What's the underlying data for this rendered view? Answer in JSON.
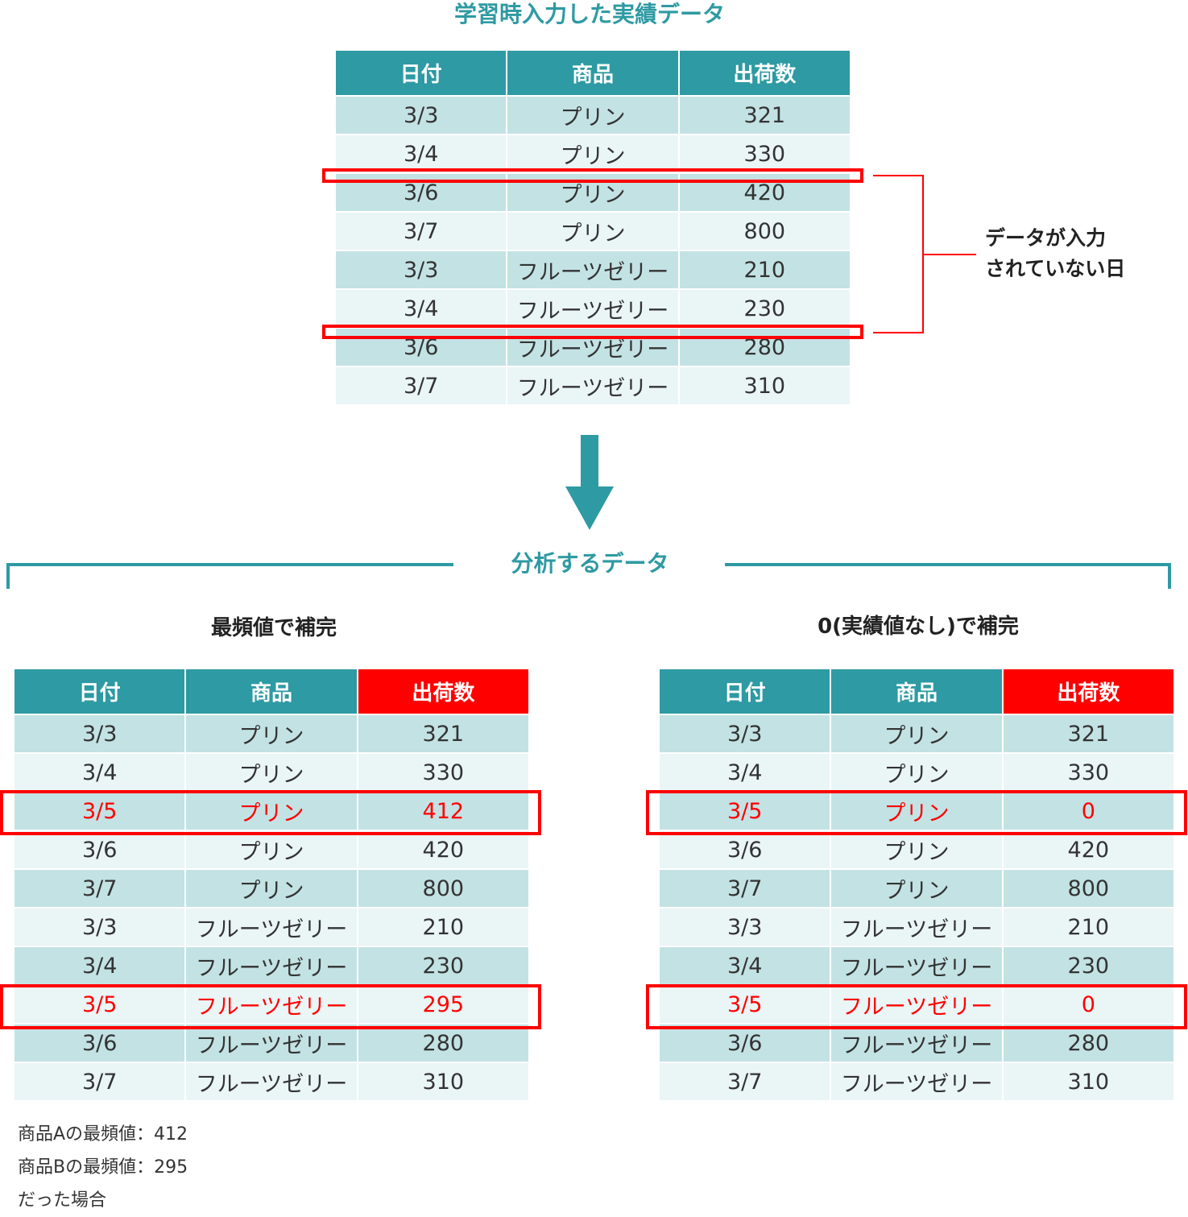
{
  "top": {
    "title": "学習時入力した実績データ",
    "headers": [
      "日付",
      "商品",
      "出荷数"
    ],
    "rows": [
      [
        "3/3",
        "プリン",
        "321"
      ],
      [
        "3/4",
        "プリン",
        "330"
      ],
      [
        "3/6",
        "プリン",
        "420"
      ],
      [
        "3/7",
        "プリン",
        "800"
      ],
      [
        "3/3",
        "フルーツゼリー",
        "210"
      ],
      [
        "3/4",
        "フルーツゼリー",
        "230"
      ],
      [
        "3/6",
        "フルーツゼリー",
        "280"
      ],
      [
        "3/7",
        "フルーツゼリー",
        "310"
      ]
    ],
    "callout_line1": "データが入力",
    "callout_line2": "されていない日"
  },
  "analysis": {
    "title": "分析するデータ",
    "left": {
      "title": "最頻値で補完",
      "headers": [
        "日付",
        "商品",
        "出荷数"
      ],
      "rows": [
        [
          "3/3",
          "プリン",
          "321"
        ],
        [
          "3/4",
          "プリン",
          "330"
        ],
        [
          "3/5",
          "プリン",
          "412"
        ],
        [
          "3/6",
          "プリン",
          "420"
        ],
        [
          "3/7",
          "プリン",
          "800"
        ],
        [
          "3/3",
          "フルーツゼリー",
          "210"
        ],
        [
          "3/4",
          "フルーツゼリー",
          "230"
        ],
        [
          "3/5",
          "フルーツゼリー",
          "295"
        ],
        [
          "3/6",
          "フルーツゼリー",
          "280"
        ],
        [
          "3/7",
          "フルーツゼリー",
          "310"
        ]
      ],
      "highlight_rows": [
        2,
        7
      ]
    },
    "right": {
      "title": "0(実績値なし)で補完",
      "headers": [
        "日付",
        "商品",
        "出荷数"
      ],
      "rows": [
        [
          "3/3",
          "プリン",
          "321"
        ],
        [
          "3/4",
          "プリン",
          "330"
        ],
        [
          "3/5",
          "プリン",
          "0"
        ],
        [
          "3/6",
          "プリン",
          "420"
        ],
        [
          "3/7",
          "プリン",
          "800"
        ],
        [
          "3/3",
          "フルーツゼリー",
          "210"
        ],
        [
          "3/4",
          "フルーツゼリー",
          "230"
        ],
        [
          "3/5",
          "フルーツゼリー",
          "0"
        ],
        [
          "3/6",
          "フルーツゼリー",
          "280"
        ],
        [
          "3/7",
          "フルーツゼリー",
          "310"
        ]
      ],
      "highlight_rows": [
        2,
        7
      ]
    },
    "notes": [
      "商品Aの最頻値：412",
      "商品Bの最頻値：295",
      "だった場合"
    ]
  },
  "colors": {
    "teal": "#2e9aa3",
    "row_dark": "#c3e2e4",
    "row_light": "#eaf5f6",
    "highlight": "#ff0000"
  },
  "icons": {
    "arrow": "down-arrow-icon"
  }
}
